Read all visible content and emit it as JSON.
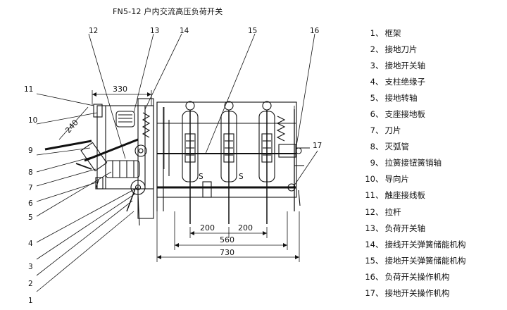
{
  "title": "FN5-12 户内交流高压负荷开关",
  "dimensions": [
    "330",
    "240",
    "200",
    "200",
    "560",
    "730"
  ],
  "extra_marks": [
    "S",
    "S"
  ],
  "callouts": [
    "1",
    "2",
    "3",
    "4",
    "5",
    "6",
    "7",
    "8",
    "9",
    "10",
    "11",
    "12",
    "13",
    "14",
    "15",
    "16",
    "17"
  ],
  "legend": [
    {
      "num": "1",
      "sep": "、",
      "text": "框架"
    },
    {
      "num": "2",
      "sep": "、",
      "text": "接地刀片"
    },
    {
      "num": "3",
      "sep": "、",
      "text": "接地开关轴"
    },
    {
      "num": "4",
      "sep": "、",
      "text": "支柱绝缘子"
    },
    {
      "num": "5",
      "sep": "、",
      "text": "接地转轴"
    },
    {
      "num": "6",
      "sep": "、",
      "text": "支座接地板"
    },
    {
      "num": "7",
      "sep": "、",
      "text": "刀片"
    },
    {
      "num": "8",
      "sep": "、",
      "text": "灭弧管"
    },
    {
      "num": "9",
      "sep": "、",
      "text": "拉簧接钮簧销轴"
    },
    {
      "num": "10",
      "sep": "、",
      "text": "导向片"
    },
    {
      "num": "11",
      "sep": "、",
      "text": "触座接线板"
    },
    {
      "num": "12",
      "sep": "、",
      "text": "拉杆"
    },
    {
      "num": "13",
      "sep": "、",
      "text": "负荷开关轴"
    },
    {
      "num": "14",
      "sep": "、",
      "text": "接线开关弹簧储能机构"
    },
    {
      "num": "15",
      "sep": "、",
      "text": "接地开关弹簧储能机构"
    },
    {
      "num": "16",
      "sep": "、",
      "text": "负荷开关操作机构"
    },
    {
      "num": "17",
      "sep": "、",
      "text": "接地开关操作机构"
    }
  ]
}
